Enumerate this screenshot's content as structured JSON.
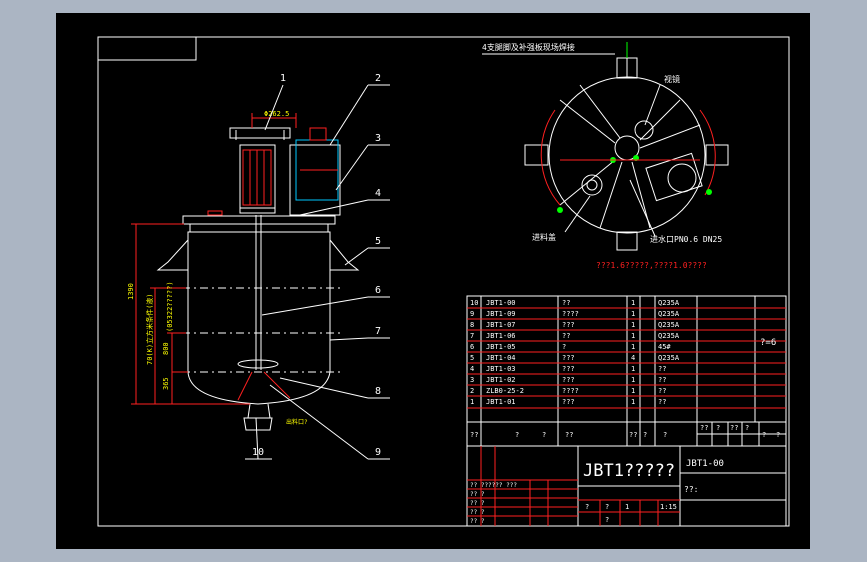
{
  "colors": {
    "window_bg": "#abb5c3",
    "canvas": "#000000",
    "line": "#ffffff",
    "red": "#ff2020",
    "green": "#00ff00",
    "yellow": "#ffff00",
    "cyan": "#00c8ff"
  },
  "leaders": [
    "1",
    "2",
    "3",
    "4",
    "5",
    "6",
    "7",
    "8",
    "9",
    "10"
  ],
  "dim_texts": {
    "top_width": "Φ262.5",
    "height_total": "1390",
    "height_mid": "800",
    "height_bottom": "365",
    "side_label": "70(K)立方米条件(液)",
    "side_label2": "(05322?????)",
    "outlet_label": "出料口?"
  },
  "plan_view": {
    "title": "4支腿脚及补强板现场焊接",
    "note_right": "视镜",
    "note_left": "进料盖",
    "note_bottom": "进水口PN0.6 DN25",
    "bottom_dim": "???1.6?????,????1.0????"
  },
  "bom_rows": [
    {
      "no": "10",
      "code": "JBT1-00",
      "name": "??",
      "qty": "1",
      "mat": "Q235A"
    },
    {
      "no": "9",
      "code": "JBT1-09",
      "name": "????",
      "qty": "1",
      "mat": "Q235A"
    },
    {
      "no": "8",
      "code": "JBT1-07",
      "name": "???",
      "qty": "1",
      "mat": "Q235A"
    },
    {
      "no": "7",
      "code": "JBT1-06",
      "name": "??",
      "qty": "1",
      "mat": "Q235A"
    },
    {
      "no": "6",
      "code": "JBT1-05",
      "name": "?",
      "qty": "1",
      "mat": "45#"
    },
    {
      "no": "5",
      "code": "JBT1-04",
      "name": "???",
      "qty": "4",
      "mat": "Q235A"
    },
    {
      "no": "4",
      "code": "JBT1-03",
      "name": "???",
      "qty": "1",
      "mat": "??"
    },
    {
      "no": "3",
      "code": "JBT1-02",
      "name": "???",
      "qty": "1",
      "mat": "??"
    },
    {
      "no": "2",
      "code": "ZLB0-25-2",
      "name": "????",
      "qty": "1",
      "mat": "??"
    },
    {
      "no": "1",
      "code": "JBT1-01",
      "name": "???",
      "qty": "1",
      "mat": "??"
    }
  ],
  "bom_note": "?=6",
  "bom_header": [
    "??",
    "?",
    "?",
    "??",
    "??",
    "?",
    "?",
    "??",
    "?",
    "??",
    "?",
    "?",
    "?"
  ],
  "title_block": {
    "drawing_title": "JBT1?????",
    "drawing_no": "JBT1-00",
    "org": "??:",
    "sign_rows": [
      "?? ??????  ???",
      "?? ?",
      "?? ?",
      "?? ?",
      "?? ?"
    ],
    "scale_cells": [
      "?",
      "?",
      "1",
      "1:15",
      "?"
    ]
  }
}
